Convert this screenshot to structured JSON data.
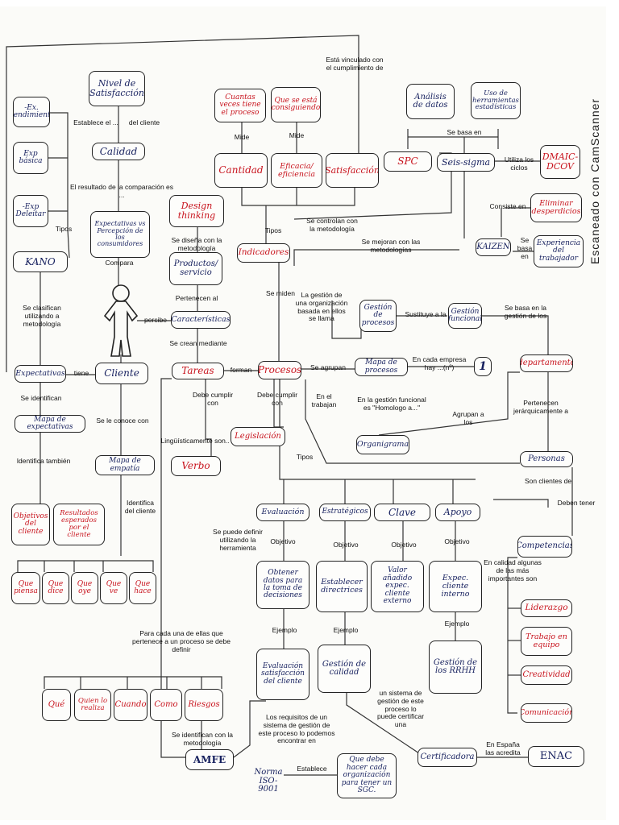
{
  "watermark": "Escaneado con CamScanner",
  "nodes": {
    "ex_rendimiento": "-Ex. Rendimiento",
    "exp_basica": "Exp básica",
    "exp_deleitar": "-Exp Deleitar",
    "kano": "KANO",
    "nivel_satisfaccion": "Nivel de Satisfacción",
    "calidad": "Calidad",
    "expectativas_percepcion": "Expectativas vs Percepción de los consumidores",
    "design_thinking": "Design thinking",
    "productos_servicio": "Productos/ servicio",
    "caracteristicas": "Características",
    "tareas": "Tareas",
    "verbo": "Verbo",
    "legislacion": "Legislación",
    "cantidad_tiene_proceso": "Cuantas veces tiene el proceso",
    "que_se_esta_consiguiendo": "Que se está consiguiendo",
    "cantidad": "Cantidad",
    "eficacia_eficiencia": "Eficacia/ eficiencia",
    "satisfaccion": "Satisfacción",
    "spc": "SPC",
    "indicadores": "Indicadores",
    "analisis_datos": "Análisis de datos",
    "uso_herramientas": "Uso de herramientas estadísticas",
    "seis_sigma": "Seis-sigma",
    "dmaic": "DMAIC- DCOV",
    "eliminar_desperdicios": "Eliminar desperdicios",
    "kaizen": "KAIZEN",
    "experiencia_trabajador": "Experiencia del trabajador",
    "gestion_procesos": "Gestión de procesos",
    "gestion_funcional": "Gestión funcional",
    "departamento": "departamento",
    "procesos": "Procesos",
    "mapa_procesos": "Mapa de procesos",
    "uno": "1",
    "organigrama": "Organigrama",
    "personas": "Personas",
    "expectativas": "Expectativas",
    "cliente": "Cliente",
    "mapa_expectativas": "Mapa de expectativas",
    "mapa_empatia": "Mapa de empatía",
    "objetivos_cliente": "Objetivos del cliente",
    "resultados_esperados": "Resultados esperados por el cliente",
    "que_piensa": "Que piensa",
    "que_dice": "Que dice",
    "que_oye": "Que oye",
    "que_ve": "Que ve",
    "que_hace": "Que hace",
    "evaluacion": "Evaluación",
    "estrategicos": "Estratégicos",
    "clave": "Clave",
    "apoyo": "Apoyo",
    "obtener_datos": "Obtener datos para la toma de decisiones",
    "establecer_directrices": "Establecer directrices",
    "valor_anadido": "Valor añadido expec. cliente externo",
    "expec_cliente_interno": "Expec. cliente interno",
    "evaluacion_satisfaccion": "Evaluación satisfacción del cliente",
    "gestion_calidad": "Gestión de calidad",
    "gestion_rrhh": "Gestión de los RRHH",
    "competencias": "Competencias",
    "liderazgo": "Liderazgo",
    "trabajo_equipo": "Trabajo en equipo",
    "creatividad": "Creatividad",
    "comunicacion": "Comunicación",
    "p_que": "Qué",
    "p_quien": "Quien lo realiza",
    "p_cuando": "Cuando",
    "p_como": "Como",
    "p_riesgos": "Riesgos",
    "amfe": "AMFE",
    "norma": "Norma ISO-9001",
    "que_debe_hacer": "Que debe hacer cada organización para tener un SGC.",
    "certificadora": "Certificadora",
    "enac": "ENAC"
  },
  "labels": {
    "vinculado": "Está vinculado con el cumplimiento de",
    "establece": "Establece el ...",
    "del_cliente": "del cliente",
    "resultado_comparacion": "El resultado de la comparación es ...",
    "tipos_kano": "Tipos",
    "compara": "Compara",
    "se_clasifican": "Se clasifican utilizando a metodología",
    "percibe": "percibe",
    "tiene": "tiene",
    "se_identifican": "Se identifican",
    "identifica_tambien": "Identifica también",
    "se_le_conoce": "Se le conoce con",
    "identifica_cliente": "Identifica del cliente",
    "mide_1": "Mide",
    "mide_2": "Mide",
    "se_basa_en": "Se basa en",
    "utiliza_ciclos": "Utiliza los ciclos",
    "consiste_en": "Consiste en",
    "se_basa_en_2": "Se basa en",
    "se_controlan": "Se controlan con la metodología",
    "se_mejoran": "Se mejoran con las metodologías",
    "tipos_ind": "Tipos",
    "se_disena": "Se diseña con la metodología",
    "pertenecen_al": "Pertenecen al",
    "se_crean": "Se crean mediante",
    "forman": "forman",
    "debe_cumplir_1": "Debe cumplir con",
    "debe_cumplir_2": "Debe cumplir con",
    "linguisticamente": "Lingüísticamente son..",
    "se_miden": "Se miden",
    "gestion_organizacion": "La gestión de una organización basada en ellos se llama",
    "sustituye": "Sustituye a la",
    "se_basa_gestion": "Se basa en la gestión de los",
    "se_agrupan": "Se agrupan",
    "en_cada_empresa": "En cada empresa hay ...(nº)",
    "en_el_trabajan": "En el trabajan",
    "homologo": "En la gestión funcional es \"Homologo a...\"",
    "agrupan_a": "Agrupan a los",
    "pertenecen_jer": "Pertenecen jerárquicamente a",
    "tipos_proc": "Tipos",
    "son_clientes": "Son clientes de",
    "deben_tener": "Deben tener",
    "puede_definir": "Se puede definir utilizando la herramienta",
    "objetivo_1": "Objetivo",
    "objetivo_2": "Objetivo",
    "objetivo_3": "Objetivo",
    "objetivo_4": "Objetivo",
    "ejemplo_1": "Ejemplo",
    "ejemplo_2": "Ejemplo",
    "ejemplo_3": "Ejemplo",
    "calidad_algunas": "En calidad algunas de las más importantes son",
    "para_cada_una": "Para cada una de ellas que pertenece a un proceso se debe definir",
    "se_identifican_metodologia": "Se identifican con la metodología",
    "requisitos": "Los requisitos de un sistema de gestión de este proceso lo podemos encontrar en",
    "sistema_gestion": "un sistema de gestión de este proceso lo puede certificar una",
    "establece_2": "Establece",
    "en_espana": "En España las acredita"
  },
  "colors": {
    "ink": "#222222",
    "red_marker": "#c8141e",
    "navy_marker": "#16205e"
  },
  "icons": {
    "person": "stick-figure-icon"
  }
}
